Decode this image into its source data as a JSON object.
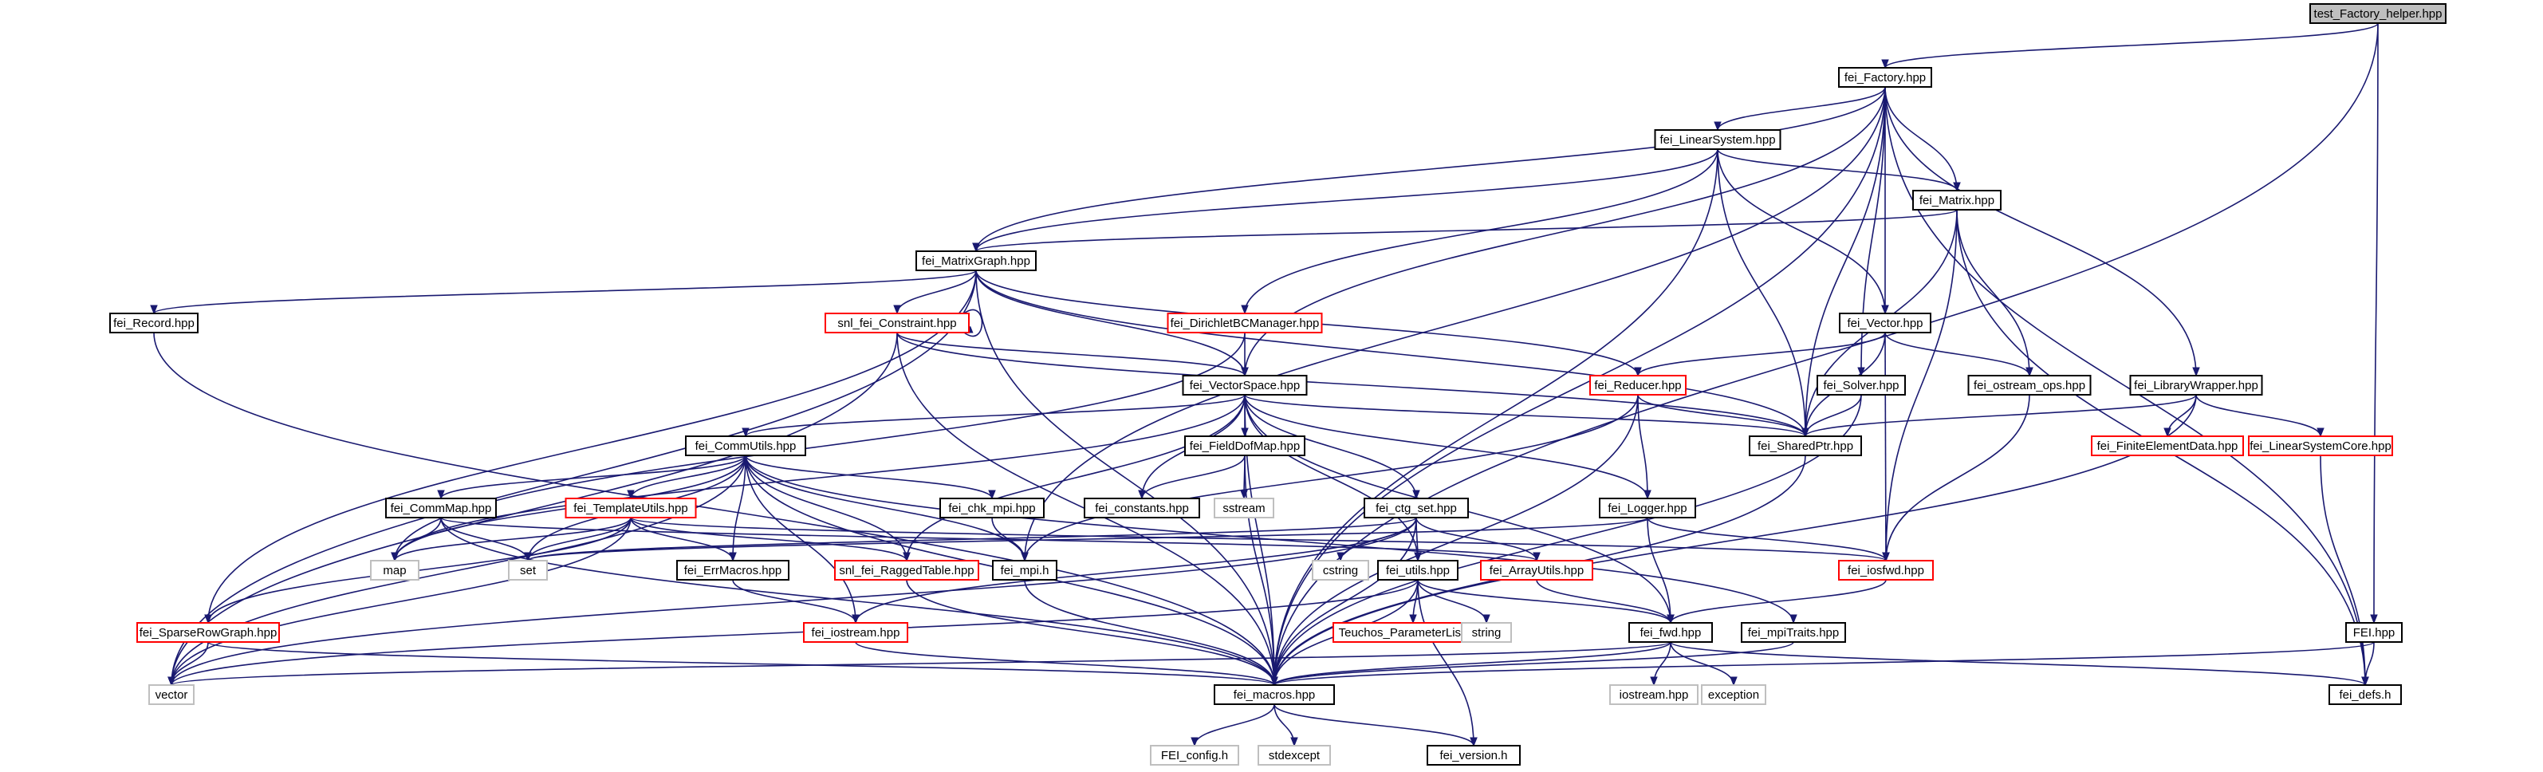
{
  "nodes": [
    {
      "id": "root",
      "label": "test_Factory_helper.hpp",
      "style": "root"
    },
    {
      "id": "factory",
      "label": "fei_Factory.hpp",
      "style": "normal"
    },
    {
      "id": "linsys",
      "label": "fei_LinearSystem.hpp",
      "style": "normal"
    },
    {
      "id": "matrix",
      "label": "fei_Matrix.hpp",
      "style": "normal"
    },
    {
      "id": "matrixgraph",
      "label": "fei_MatrixGraph.hpp",
      "style": "normal"
    },
    {
      "id": "record",
      "label": "fei_Record.hpp",
      "style": "normal"
    },
    {
      "id": "constraint",
      "label": "snl_fei_Constraint.hpp",
      "style": "red"
    },
    {
      "id": "dirichlet",
      "label": "fei_DirichletBCManager.hpp",
      "style": "red"
    },
    {
      "id": "vector",
      "label": "fei_Vector.hpp",
      "style": "normal"
    },
    {
      "id": "vectorspace",
      "label": "fei_VectorSpace.hpp",
      "style": "normal"
    },
    {
      "id": "reducer",
      "label": "fei_Reducer.hpp",
      "style": "red"
    },
    {
      "id": "solver",
      "label": "fei_Solver.hpp",
      "style": "normal"
    },
    {
      "id": "ostreamops",
      "label": "fei_ostream_ops.hpp",
      "style": "normal"
    },
    {
      "id": "libwrapper",
      "label": "fei_LibraryWrapper.hpp",
      "style": "normal"
    },
    {
      "id": "sharedptr",
      "label": "fei_SharedPtr.hpp",
      "style": "normal"
    },
    {
      "id": "fedata",
      "label": "fei_FiniteElementData.hpp",
      "style": "red"
    },
    {
      "id": "lscore",
      "label": "fei_LinearSystemCore.hpp",
      "style": "red"
    },
    {
      "id": "commutils",
      "label": "fei_CommUtils.hpp",
      "style": "normal"
    },
    {
      "id": "fielddof",
      "label": "fei_FieldDofMap.hpp",
      "style": "normal"
    },
    {
      "id": "commmap",
      "label": "fei_CommMap.hpp",
      "style": "normal"
    },
    {
      "id": "templateutils",
      "label": "fei_TemplateUtils.hpp",
      "style": "red"
    },
    {
      "id": "chkmpi",
      "label": "fei_chk_mpi.hpp",
      "style": "normal"
    },
    {
      "id": "constants",
      "label": "fei_constants.hpp",
      "style": "normal"
    },
    {
      "id": "sstream",
      "label": "sstream",
      "style": "gray"
    },
    {
      "id": "ctgset",
      "label": "fei_ctg_set.hpp",
      "style": "normal"
    },
    {
      "id": "logger",
      "label": "fei_Logger.hpp",
      "style": "normal"
    },
    {
      "id": "map",
      "label": "map",
      "style": "gray"
    },
    {
      "id": "set",
      "label": "set",
      "style": "gray"
    },
    {
      "id": "errmacros",
      "label": "fei_ErrMacros.hpp",
      "style": "normal"
    },
    {
      "id": "raggedtable",
      "label": "snl_fei_RaggedTable.hpp",
      "style": "red"
    },
    {
      "id": "mpih",
      "label": "fei_mpi.h",
      "style": "normal"
    },
    {
      "id": "cstring",
      "label": "cstring",
      "style": "gray"
    },
    {
      "id": "arrayutils",
      "label": "fei_ArrayUtils.hpp",
      "style": "red"
    },
    {
      "id": "iosfwd",
      "label": "fei_iosfwd.hpp",
      "style": "red"
    },
    {
      "id": "utils",
      "label": "fei_utils.hpp",
      "style": "normal"
    },
    {
      "id": "iostream",
      "label": "fei_iostream.hpp",
      "style": "red"
    },
    {
      "id": "sparserow",
      "label": "fei_SparseRowGraph.hpp",
      "style": "red"
    },
    {
      "id": "paramlist",
      "label": "Teuchos_ParameterList.hpp",
      "style": "red"
    },
    {
      "id": "string",
      "label": "string",
      "style": "gray"
    },
    {
      "id": "fwd",
      "label": "fei_fwd.hpp",
      "style": "normal"
    },
    {
      "id": "mpitraits",
      "label": "fei_mpiTraits.hpp",
      "style": "normal"
    },
    {
      "id": "feih",
      "label": "FEI.hpp",
      "style": "normal"
    },
    {
      "id": "vectorstd",
      "label": "vector",
      "style": "gray"
    },
    {
      "id": "macros",
      "label": "fei_macros.hpp",
      "style": "normal"
    },
    {
      "id": "iostreamhpp",
      "label": "iostream.hpp",
      "style": "gray"
    },
    {
      "id": "exception",
      "label": "exception",
      "style": "gray"
    },
    {
      "id": "defs",
      "label": "fei_defs.h",
      "style": "normal"
    },
    {
      "id": "feiconfig",
      "label": "FEI_config.h",
      "style": "gray"
    },
    {
      "id": "stdexcept",
      "label": "stdexcept",
      "style": "gray"
    },
    {
      "id": "version",
      "label": "fei_version.h",
      "style": "normal"
    }
  ],
  "edges": [
    [
      "root",
      "factory"
    ],
    [
      "root",
      "feih"
    ],
    [
      "root",
      "macros"
    ],
    [
      "factory",
      "linsys"
    ],
    [
      "factory",
      "matrix"
    ],
    [
      "factory",
      "matrixgraph"
    ],
    [
      "factory",
      "vector"
    ],
    [
      "factory",
      "vectorspace"
    ],
    [
      "factory",
      "solver"
    ],
    [
      "factory",
      "libwrapper"
    ],
    [
      "factory",
      "mpih"
    ],
    [
      "factory",
      "macros"
    ],
    [
      "factory",
      "defs"
    ],
    [
      "factory",
      "sharedptr"
    ],
    [
      "linsys",
      "matrix"
    ],
    [
      "linsys",
      "vector"
    ],
    [
      "linsys",
      "matrixgraph"
    ],
    [
      "linsys",
      "dirichlet"
    ],
    [
      "linsys",
      "sharedptr"
    ],
    [
      "linsys",
      "macros"
    ],
    [
      "matrix",
      "matrixgraph"
    ],
    [
      "matrix",
      "sharedptr"
    ],
    [
      "matrix",
      "ostreamops"
    ],
    [
      "matrix",
      "iosfwd"
    ],
    [
      "matrix",
      "defs"
    ],
    [
      "matrixgraph",
      "record"
    ],
    [
      "matrixgraph",
      "constraint"
    ],
    [
      "matrixgraph",
      "vectorspace"
    ],
    [
      "matrixgraph",
      "reducer"
    ],
    [
      "matrixgraph",
      "sharedptr"
    ],
    [
      "matrixgraph",
      "sparserow"
    ],
    [
      "matrixgraph",
      "vectorstd"
    ],
    [
      "matrixgraph",
      "macros"
    ],
    [
      "record",
      "macros"
    ],
    [
      "constraint",
      "constraint"
    ],
    [
      "constraint",
      "vectorspace"
    ],
    [
      "constraint",
      "vectorstd"
    ],
    [
      "constraint",
      "macros"
    ],
    [
      "constraint",
      "sharedptr"
    ],
    [
      "dirichlet",
      "vectorspace"
    ],
    [
      "dirichlet",
      "map"
    ],
    [
      "vector",
      "reducer"
    ],
    [
      "vector",
      "sharedptr"
    ],
    [
      "vector",
      "ostreamops"
    ],
    [
      "vector",
      "iosfwd"
    ],
    [
      "vectorspace",
      "commutils"
    ],
    [
      "vectorspace",
      "fielddof"
    ],
    [
      "vectorspace",
      "constants"
    ],
    [
      "vectorspace",
      "ctgset"
    ],
    [
      "vectorspace",
      "logger"
    ],
    [
      "vectorspace",
      "sharedptr"
    ],
    [
      "vectorspace",
      "raggedtable"
    ],
    [
      "vectorspace",
      "utils"
    ],
    [
      "vectorspace",
      "fwd"
    ],
    [
      "vectorspace",
      "map"
    ],
    [
      "vectorspace",
      "macros"
    ],
    [
      "reducer",
      "sharedptr"
    ],
    [
      "reducer",
      "logger"
    ],
    [
      "reducer",
      "mpih"
    ],
    [
      "reducer",
      "macros"
    ],
    [
      "solver",
      "sharedptr"
    ],
    [
      "solver",
      "macros"
    ],
    [
      "ostreamops",
      "iosfwd"
    ],
    [
      "libwrapper",
      "sharedptr"
    ],
    [
      "libwrapper",
      "fedata"
    ],
    [
      "libwrapper",
      "lscore"
    ],
    [
      "libwrapper",
      "macros"
    ],
    [
      "sharedptr",
      "macros"
    ],
    [
      "lscore",
      "defs"
    ],
    [
      "commutils",
      "commmap"
    ],
    [
      "commutils",
      "templateutils"
    ],
    [
      "commutils",
      "chkmpi"
    ],
    [
      "commutils",
      "map"
    ],
    [
      "commutils",
      "set"
    ],
    [
      "commutils",
      "errmacros"
    ],
    [
      "commutils",
      "raggedtable"
    ],
    [
      "commutils",
      "mpih"
    ],
    [
      "commutils",
      "iostream"
    ],
    [
      "commutils",
      "vectorstd"
    ],
    [
      "commutils",
      "mpitraits"
    ],
    [
      "commutils",
      "macros"
    ],
    [
      "fielddof",
      "constants"
    ],
    [
      "fielddof",
      "sstream"
    ],
    [
      "fielddof",
      "macros"
    ],
    [
      "commmap",
      "map"
    ],
    [
      "commmap",
      "set"
    ],
    [
      "commmap",
      "arrayutils"
    ],
    [
      "commmap",
      "macros"
    ],
    [
      "templateutils",
      "map"
    ],
    [
      "templateutils",
      "set"
    ],
    [
      "templateutils",
      "errmacros"
    ],
    [
      "templateutils",
      "raggedtable"
    ],
    [
      "templateutils",
      "sparserow"
    ],
    [
      "templateutils",
      "vectorstd"
    ],
    [
      "templateutils",
      "iosfwd"
    ],
    [
      "chkmpi",
      "mpih"
    ],
    [
      "ctgset",
      "set"
    ],
    [
      "ctgset",
      "cstring"
    ],
    [
      "ctgset",
      "arrayutils"
    ],
    [
      "ctgset",
      "utils"
    ],
    [
      "ctgset",
      "iostream"
    ],
    [
      "ctgset",
      "vectorstd"
    ],
    [
      "ctgset",
      "macros"
    ],
    [
      "logger",
      "iosfwd"
    ],
    [
      "logger",
      "fwd"
    ],
    [
      "logger",
      "set"
    ],
    [
      "errmacros",
      "iostream"
    ],
    [
      "raggedtable",
      "macros"
    ],
    [
      "mpih",
      "macros"
    ],
    [
      "arrayutils",
      "fwd"
    ],
    [
      "iosfwd",
      "fwd"
    ],
    [
      "utils",
      "paramlist"
    ],
    [
      "utils",
      "string"
    ],
    [
      "utils",
      "fwd"
    ],
    [
      "utils",
      "vectorstd"
    ],
    [
      "utils",
      "macros"
    ],
    [
      "utils",
      "version"
    ],
    [
      "iostream",
      "macros"
    ],
    [
      "sparserow",
      "vectorstd"
    ],
    [
      "sparserow",
      "macros"
    ],
    [
      "fwd",
      "macros"
    ],
    [
      "fwd",
      "iostreamhpp"
    ],
    [
      "fwd",
      "exception"
    ],
    [
      "fwd",
      "defs"
    ],
    [
      "fwd",
      "vectorstd"
    ],
    [
      "mpitraits",
      "macros"
    ],
    [
      "feih",
      "macros"
    ],
    [
      "feih",
      "defs"
    ],
    [
      "macros",
      "feiconfig"
    ],
    [
      "macros",
      "stdexcept"
    ],
    [
      "macros",
      "version"
    ]
  ]
}
